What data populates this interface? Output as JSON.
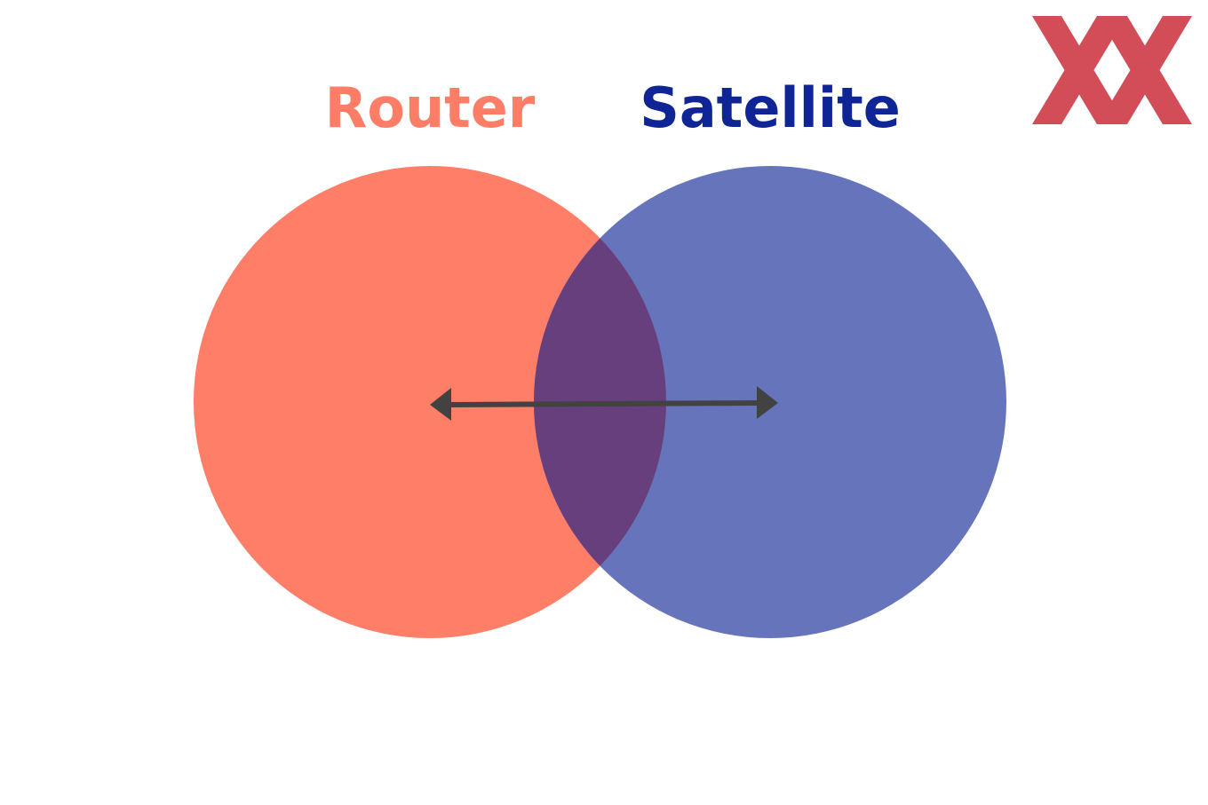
{
  "labels": {
    "left": "Router",
    "right": "Satellite"
  },
  "colors": {
    "left_circle": "#fe7e68",
    "right_circle": "#6674bc",
    "overlap": "#683f7d",
    "left_label": "#fd7d67",
    "right_label": "#0f2596",
    "arrow": "#424242",
    "logo": "#cc2e3b"
  },
  "icons": {
    "connection": "double-headed-arrow",
    "logo": "double-x-logo"
  }
}
